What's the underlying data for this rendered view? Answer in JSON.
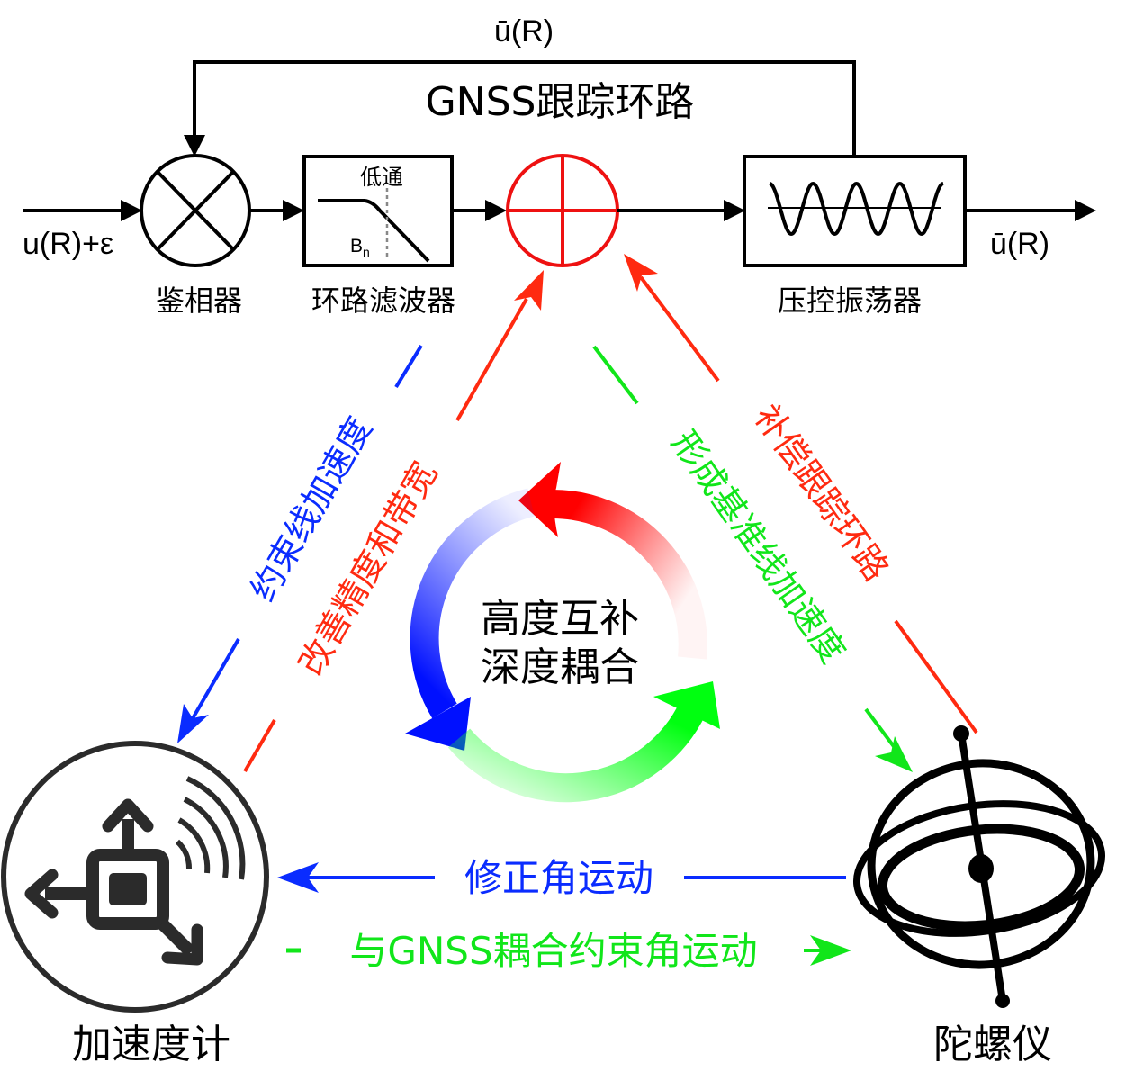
{
  "colors": {
    "black": "#000000",
    "red": "#ff2a10",
    "blue": "#0a2cff",
    "green": "#11e61a",
    "icon_gray": "#2b2b2b"
  },
  "loop": {
    "title": "GNSS跟踪环路",
    "feedback_label": "ū(R)",
    "input_label": "u(R)+ε",
    "output_label": "ū(R)",
    "phase_detector_label": "鉴相器",
    "loop_filter_label": "环路滤波器",
    "filter_type_label": "低通",
    "bandwidth_label": "B",
    "bandwidth_sub": "n",
    "vco_label": "压控振荡器"
  },
  "center": {
    "line1": "高度互补",
    "line2": "深度耦合"
  },
  "edges": {
    "accel_to_loop_blue": "约束线加速度",
    "accel_to_loop_red": "改善精度和带宽",
    "gyro_to_loop_red": "补偿跟踪环路",
    "loop_to_gyro_green": "形成基准线加速度",
    "gyro_to_accel_blue": "修正角运动",
    "accel_to_gyro_green": "与GNSS耦合约束角运动"
  },
  "nodes": {
    "accelerometer": "加速度计",
    "gyroscope": "陀螺仪"
  },
  "icons": {
    "phase_detector": "multiplier-circle-icon",
    "summer": "summing-junction-icon",
    "vco": "sine-wave-icon",
    "accelerometer": "accelerometer-icon",
    "gyroscope": "gyroscope-icon"
  }
}
